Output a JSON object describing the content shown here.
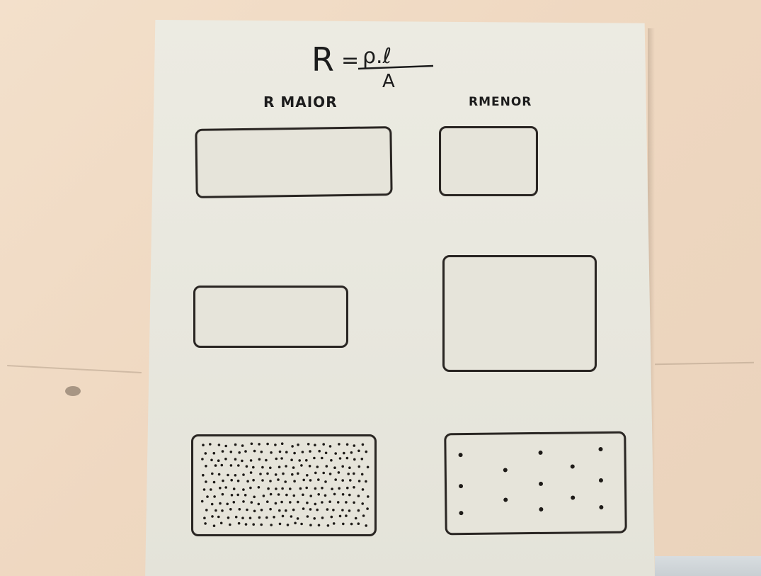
{
  "formula": {
    "lhs": "R",
    "equals": "=",
    "numerator": "ρ.ℓ",
    "denominator": "A"
  },
  "labels": {
    "left": "R MAIOR",
    "right": "RMENOR"
  }
}
